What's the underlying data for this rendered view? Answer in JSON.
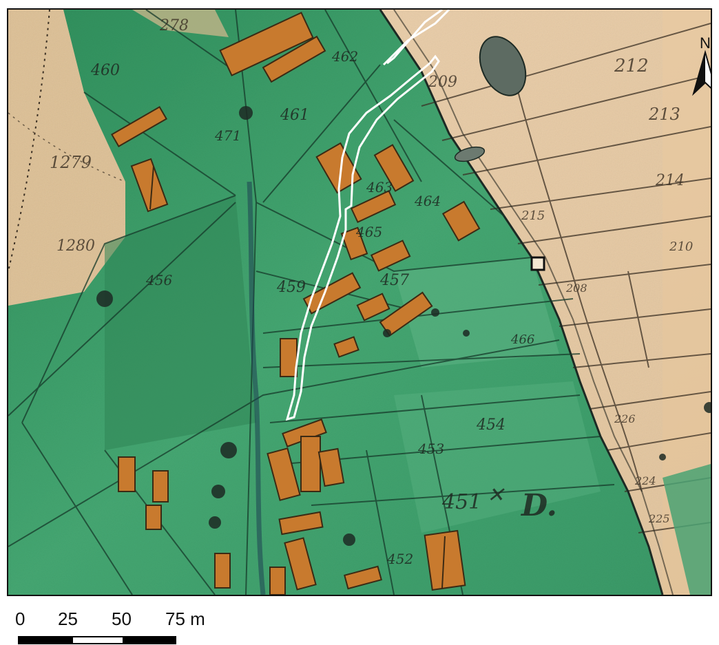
{
  "map": {
    "north_arrow_label": "N",
    "district_letter": "D.",
    "parcel_labels": {
      "p212": "212",
      "p213": "213",
      "p214": "214",
      "p215": "215",
      "p278": "278",
      "p460": "460",
      "p461": "461",
      "p462": "462",
      "p471": "471",
      "p451": "451",
      "p452": "452",
      "p453": "453",
      "p454": "454",
      "p456": "456",
      "p457": "457",
      "p459": "459",
      "p463": "463",
      "p464": "464",
      "p465": "465",
      "p466": "466",
      "p1279": "1279",
      "p1280": "1280",
      "p224": "224",
      "p225": "225",
      "p226": "226",
      "p209": "209",
      "p210": "210",
      "p208": "208"
    },
    "colors": {
      "meadow_green": "#3f9f6a",
      "field_tan": "#e8cba3",
      "building_orange": "#c87a2e",
      "outline_white": "#ffffff"
    },
    "north_icon": "north-arrow-icon"
  },
  "scalebar": {
    "ticks": [
      "0",
      "25",
      "50",
      "75 m"
    ]
  }
}
